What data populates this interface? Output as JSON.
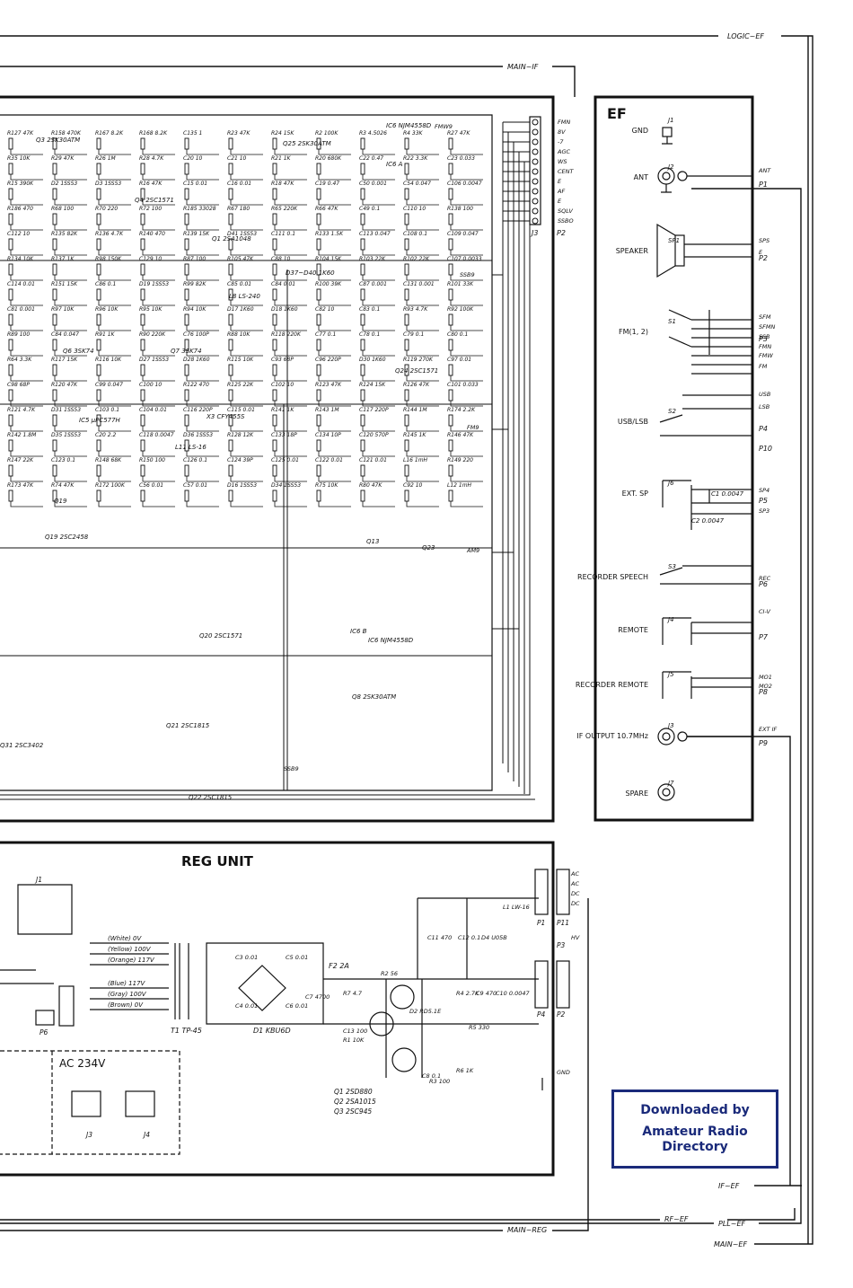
{
  "ef_unit": {
    "title": "EF",
    "components": [
      {
        "label": "GND",
        "ref": "J1",
        "pin": ""
      },
      {
        "label": "ANT",
        "ref": "J2",
        "pin": "P1"
      },
      {
        "label": "SPEAKER",
        "ref": "SP1",
        "pin": "P2"
      },
      {
        "label": "FM(1, 2)",
        "ref": "S1",
        "pin": "P3"
      },
      {
        "label": "USB/LSB",
        "ref": "S2",
        "pin": "P4"
      },
      {
        "label": "EXT. SP",
        "ref": "J6",
        "pin": "P5"
      },
      {
        "label": "RECORDER SPEECH",
        "ref": "S3",
        "pin": "P6"
      },
      {
        "label": "REMOTE",
        "ref": "J4",
        "pin": "P7"
      },
      {
        "label": "RECORDER REMOTE",
        "ref": "J5",
        "pin": "P8"
      },
      {
        "label": "IF OUTPUT 10.7MHz",
        "ref": "J3",
        "pin": "P9"
      },
      {
        "label": "SPARE",
        "ref": "J7",
        "pin": ""
      }
    ],
    "signals": [
      "ANT",
      "SPS",
      "E",
      "SFM",
      "SFMN",
      "SSB",
      "FMN",
      "FMW",
      "FM",
      "USB",
      "LSB",
      "SP4",
      "SP3",
      "REC",
      "CI-V",
      "MO1",
      "MO2",
      "EXT IF"
    ],
    "p10": "P10",
    "caps": [
      "C1 0.0047",
      "C2 0.0047"
    ]
  },
  "reg_unit": {
    "title": "REG UNIT",
    "transformer": "T1 TP-45",
    "bridge": "D1 KBU6D",
    "fuse": "F2 2A",
    "windings": [
      "(White) 0V",
      "(Yellow) 100V",
      "(Orange) 117V",
      "(Blue) 117V",
      "(Gray) 100V",
      "(Brown) 0V"
    ],
    "transistors": [
      "Q1 2SD880",
      "Q2 2SA1015",
      "Q3 2SC945"
    ],
    "ac_label": "AC 234V",
    "parts": [
      "C3 0.01",
      "C4 0.01",
      "C5 0.01",
      "C6 0.01",
      "C7 4700",
      "R2 56",
      "R7 4.7",
      "R1 10K",
      "C13 100",
      "D2 RD5.1E",
      "R4 2.7K",
      "C9 470",
      "C10 0.0047",
      "R5 330",
      "R6 1K",
      "R3 100",
      "C8 0.1",
      "C11 470",
      "C12 0.1",
      "D4 U05B",
      "L1 LW-16"
    ],
    "connectors": [
      "J1",
      "J3",
      "J4",
      "P1",
      "P11",
      "P2",
      "P3",
      "P4",
      "P6"
    ],
    "pins": [
      "AC",
      "AC",
      "DC",
      "DC",
      "HV",
      "GND"
    ]
  },
  "main_board": {
    "connector": "J3",
    "connector_pin": "P2",
    "pins": [
      "FMN",
      "8V",
      "-7",
      "AGC",
      "WS",
      "CENT",
      "E",
      "AF",
      "E",
      "SQLV",
      "SSBO"
    ],
    "ic_labels": [
      "IC6 NJM4558D",
      "IC5 µPC577H",
      "IC6 B",
      "IC6 A",
      "IC6 NJM4558D",
      "X3 CFY455S",
      "L8 LS-240",
      "L11 LS-16",
      "D37~D40 1K60"
    ],
    "transistors": [
      "Q3 2SK30ATM",
      "Q4 2SC1571",
      "Q25 2SK30ATM",
      "Q1 2SA1048",
      "Q6 3SK74",
      "Q7 3SK74",
      "Q24 2SC1571",
      "Q13",
      "Q23",
      "Q19",
      "Q20 2SC1571",
      "Q19 2SC2458",
      "Q21 2SC1815",
      "Q22 2SC1815",
      "Q8 2SK30ATM",
      "Q31 2SC3402"
    ],
    "nets": [
      "FMW9",
      "SSB9",
      "FM9",
      "AM9",
      "SSB9"
    ],
    "component_refs": [
      "R127 47K",
      "R158 470K",
      "R167 8.2K",
      "R168 8.2K",
      "C135 1",
      "R23 47K",
      "R24 15K",
      "R2 100K",
      "R3 4.5026",
      "R4 33K",
      "R27 47K",
      "R35 10K",
      "R29 47K",
      "R26 1M",
      "R28 4.7K",
      "C20 10",
      "C21 10",
      "R21 1K",
      "R20 680K",
      "C22 0.47",
      "R22 3.3K",
      "C23 0.033",
      "R15 390K",
      "D2 1SS53",
      "D3 1SS53",
      "R16 47K",
      "C15 0.01",
      "C16 0.01",
      "R18 47K",
      "C19 0.47",
      "C50 0.001",
      "C54 0.047",
      "C106 0.0047",
      "R186 470",
      "R68 100",
      "R70 220",
      "R72 100",
      "R185 33028",
      "R67 180",
      "R65 220K",
      "R66 47K",
      "C49 0.1",
      "C110 10",
      "R138 100",
      "C112 10",
      "R135 82K",
      "R136 4.7K",
      "R140 470",
      "R139 15K",
      "D41 1SS53",
      "C111 0.1",
      "R133 1.5K",
      "C113 0.047",
      "C108 0.1",
      "C109 0.047",
      "R134 10K",
      "R137 1K",
      "R98 150K",
      "C129 10",
      "R87 100",
      "R105 47K",
      "C88 10",
      "R104 15K",
      "R103 22K",
      "R102 22K",
      "C107 0.0033",
      "C114 0.01",
      "R151 15K",
      "C86 0.1",
      "D19 1SS53",
      "R99 82K",
      "C85 0.01",
      "C84 0.01",
      "R100 39K",
      "C87 0.001",
      "C131 0.001",
      "R101 33K",
      "C81 0.001",
      "R97 10K",
      "R96 10K",
      "R95 10K",
      "R94 10K",
      "D17 1K60",
      "D18 1K60",
      "C82 10",
      "C83 0.1",
      "R93 4.7K",
      "R92 100K",
      "R89 100",
      "C84 0.047",
      "R91 1K",
      "R90 220K",
      "C76 100P",
      "R88 10K",
      "R118 220K",
      "C77 0.1",
      "C78 0.1",
      "C79 0.1",
      "C80 0.1",
      "R64 3.3K",
      "R117 15K",
      "R116 10K",
      "D27 1SS53",
      "D28 1K60",
      "R115 10K",
      "C93 68P",
      "C96 220P",
      "D30 1K60",
      "R119 270K",
      "C97 0.01",
      "C98 68P",
      "R120 47K",
      "C99 0.047",
      "C100 10",
      "R122 470",
      "R125 22K",
      "C102 10",
      "R123 47K",
      "R124 15K",
      "R126 47K",
      "C101 0.033",
      "R121 4.7K",
      "D31 1SS53",
      "C103 0.1",
      "C104 0.01",
      "C116 220P",
      "C115 0.01",
      "R141 1K",
      "R143 1M",
      "C117 220P",
      "R144 1M",
      "R174 2.2K",
      "R142 1.8M",
      "D35 1SS53",
      "C20 2.2",
      "C118 0.0047",
      "D36 1SS53",
      "R128 12K",
      "C133 18P",
      "C134 10P",
      "C120 570P",
      "R145 1K",
      "R146 47K",
      "R147 22K",
      "C123 0.1",
      "R148 68K",
      "R150 100",
      "C126 0.1",
      "C124 39P",
      "C125 0.01",
      "C122 0.01",
      "C121 0.01",
      "L16 1mH",
      "R149 220",
      "R173 47K",
      "R74 47K",
      "R172 100K",
      "C56 0.01",
      "C57 0.01",
      "D16 1SS53",
      "D34 1SS53",
      "R75 10K",
      "R80 47K",
      "C92 10",
      "L12 1mH"
    ]
  },
  "harness_labels": [
    "LOGIC~EF",
    "MAIN~IF",
    "IF~EF",
    "RF~EF",
    "PLL~EF",
    "MAIN~REG",
    "MAIN~EF"
  ],
  "watermark": {
    "line1": "Downloaded by",
    "line2": "Amateur Radio",
    "line3": "Directory"
  }
}
